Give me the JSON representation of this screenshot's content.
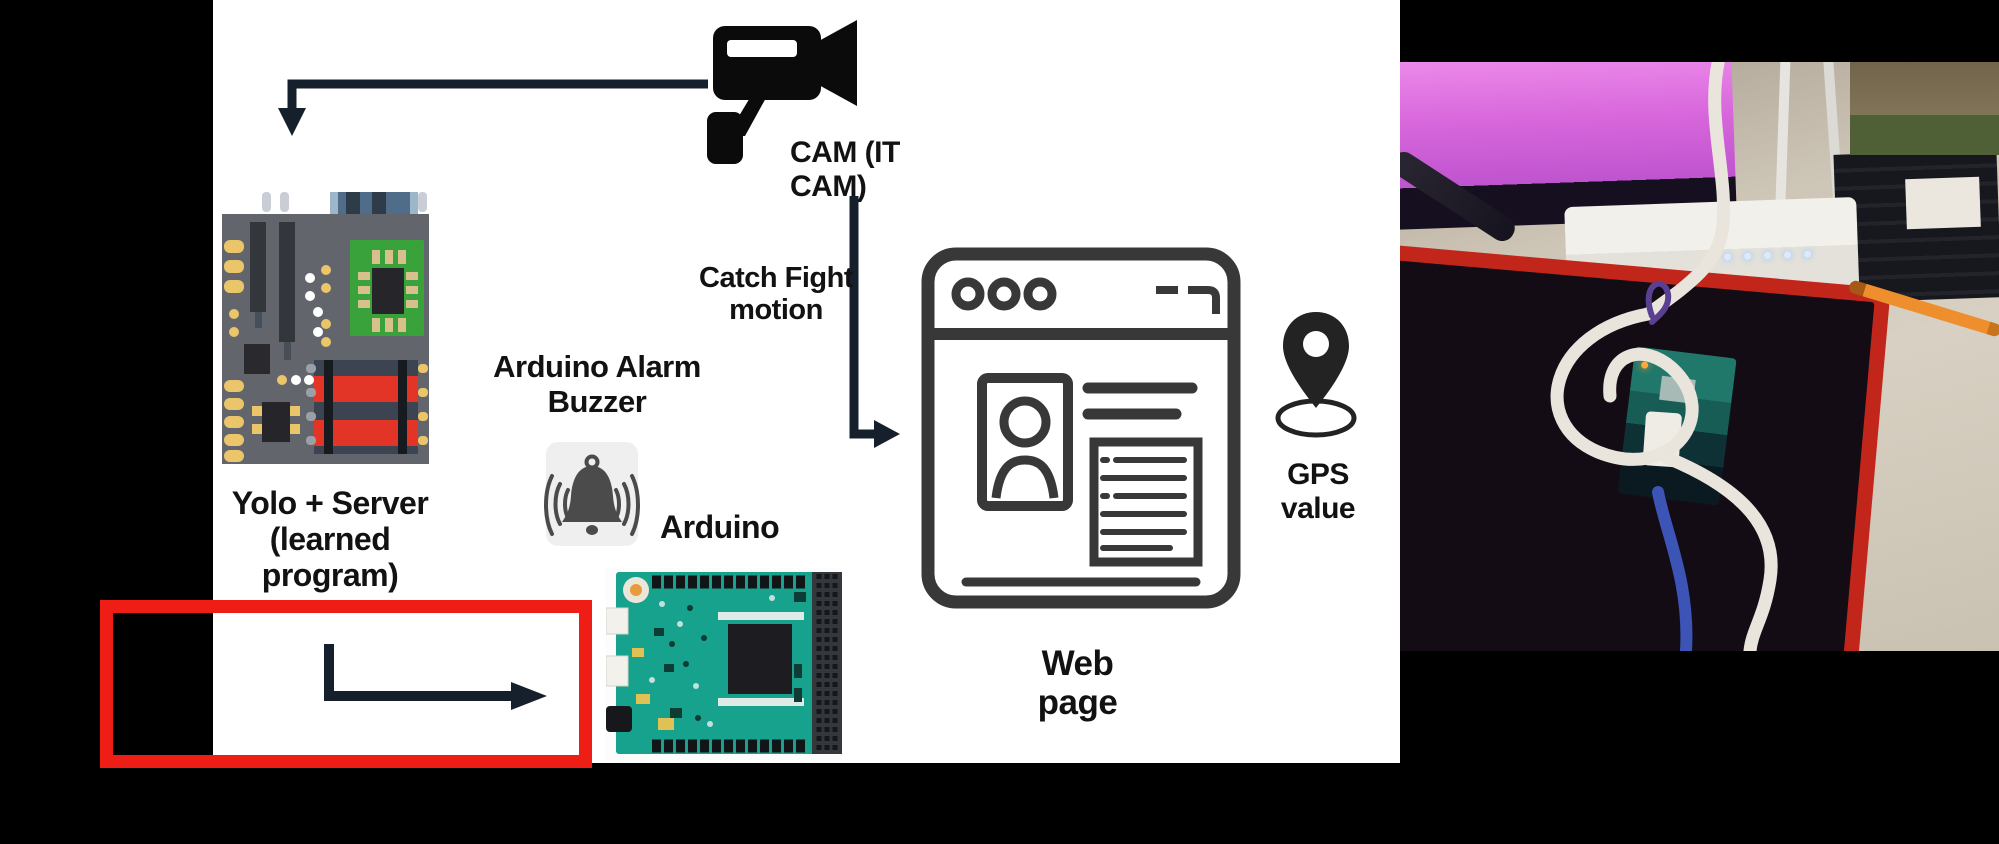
{
  "diagram": {
    "labels": {
      "cam": "CAM (IT CAM)",
      "catch_fight": "Catch Fight\nmotion",
      "alarm_buzzer": "Arduino Alarm\nBuzzer",
      "arduino": "Arduino",
      "yolo_server": "Yolo + Server\n(learned program)",
      "web_page": "Web page",
      "gps_value": "GPS value"
    },
    "icons": [
      "cctv-camera-icon",
      "motherboard-image",
      "alarm-bell-icon",
      "arduino-board-image",
      "browser-window-icon",
      "map-pin-icon"
    ],
    "edges": [
      {
        "from": "CAM (IT CAM)",
        "to": "Yolo + Server (learned program)",
        "label": "",
        "style": "elbow-arrow-down"
      },
      {
        "from": "CAM (IT CAM)",
        "to": "Web page",
        "label": "Catch Fight motion",
        "style": "elbow-arrow-right"
      },
      {
        "from": "Yolo + Server (learned program)",
        "to": "Arduino",
        "label": "",
        "style": "elbow-arrow-right",
        "highlighted": true
      }
    ],
    "highlight_box_color": "#ee1d16"
  },
  "photo": {
    "objects": [
      "pink-screen-monitor",
      "wifi-router",
      "router-antennas",
      "black-speaker-stack",
      "cardboard-box",
      "remote-control",
      "red-bordered-mat",
      "arduino-board-with-cables",
      "white-usb-cable",
      "blue-usb-cable",
      "purple-jumper-wire",
      "orange-pen"
    ]
  },
  "colors": {
    "background": "#000000",
    "panel": "#ffffff",
    "text": "#121212",
    "arrow": "#16202c",
    "highlight_red": "#ee1d16",
    "board_gray": "#62666c",
    "chip_green": "#3aa23a",
    "ram_red": "#e23427",
    "pcb_teal": "#17a28d",
    "monitor_pink": "#d766db",
    "mat_red_border": "#c2261b",
    "desk_tan": "#cdc5b6",
    "router_white": "#f2f0eb"
  }
}
